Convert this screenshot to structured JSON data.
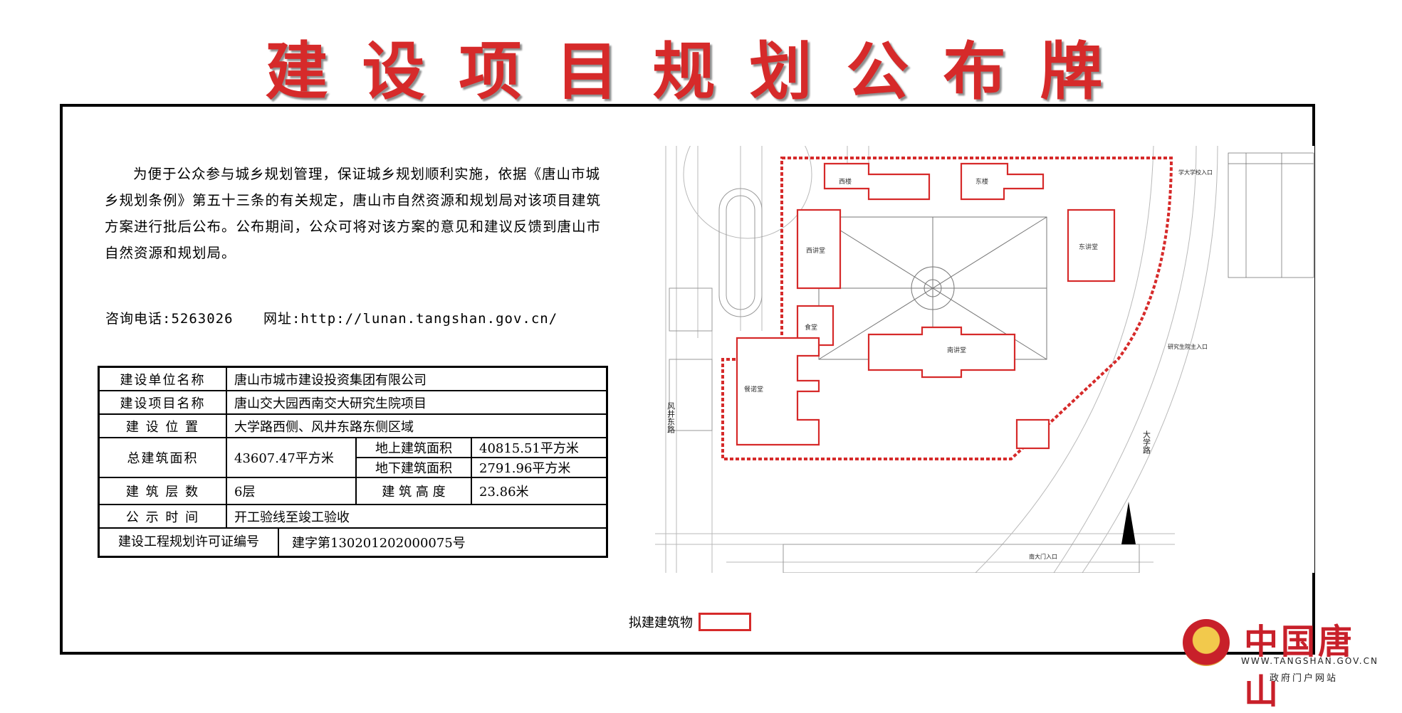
{
  "title": "建设项目规划公布牌",
  "intro": "为便于公众参与城乡规划管理，保证城乡规划顺利实施，依据《唐山市城乡规划条例》第五十三条的有关规定，唐山市自然资源和规划局对该项目建筑方案进行批后公布。公布期间，公众可将对该方案的意见和建议反馈到唐山市自然资源和规划局。",
  "contact": {
    "phone": "咨询电话:5263026",
    "website": "网址:http://lunan.tangshan.gov.cn/"
  },
  "table": {
    "unit_label": "建设单位名称",
    "unit_value": "唐山市城市建设投资集团有限公司",
    "project_label": "建设项目名称",
    "project_value": "唐山交大园西南交大研究生院项目",
    "location_label": "建 设 位 置",
    "location_value": "大学路西侧、风井东路东侧区域",
    "total_area_label": "总建筑面积",
    "total_area_value": "43607.47平方米",
    "above_label": "地上建筑面积",
    "above_value": "40815.51平方米",
    "below_label": "地下建筑面积",
    "below_value": "2791.96平方米",
    "floors_label": "建 筑 层 数",
    "floors_value": "6层",
    "height_label": "建 筑 高 度",
    "height_value": "23.86米",
    "period_label": "公 示 时 间",
    "period_value": "开工验线至竣工验收",
    "permit_label": "建设工程规划许可证编号",
    "permit_value": "建字第130201202000075号"
  },
  "plan": {
    "buildings": [
      "西楼",
      "东楼",
      "西讲堂",
      "东讲堂",
      "食堂",
      "南讲堂",
      "餐诺堂"
    ],
    "road_west": "风井东路",
    "road_east": "大学路",
    "entrance_north": "学大学校入口",
    "entrance_east": "研究生院主入口",
    "entrance_south": "南大门入口"
  },
  "legend": {
    "label": "拟建建筑物",
    "color": "#d62a2a"
  },
  "logo": {
    "name": "中国唐山",
    "url": "WWW.TANGSHAN.GOV.CN",
    "subtitle": "政府门户网站"
  }
}
